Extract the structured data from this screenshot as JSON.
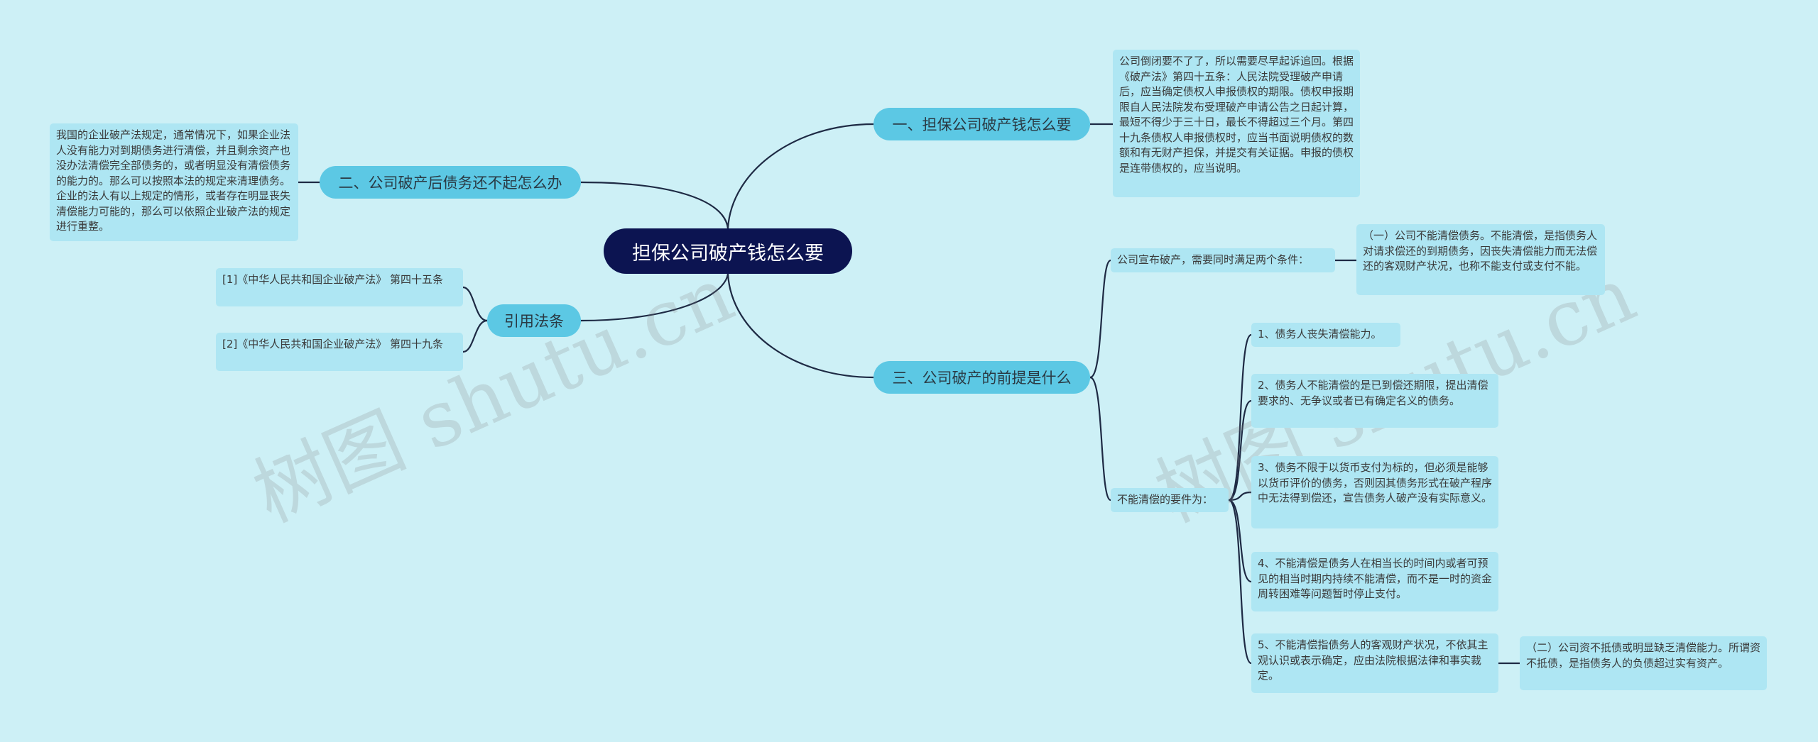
{
  "root": "担保公司破产钱怎么要",
  "branches": {
    "b1": "一、担保公司破产钱怎么要",
    "b2": "二、公司破产后债务还不起怎么办",
    "b3": "引用法条",
    "b4": "三、公司破产的前提是什么"
  },
  "leaves": {
    "b1_text": "公司倒闭要不了了，所以需要尽早起诉追回。根据《破产法》第四十五条：人民法院受理破产申请后，应当确定债权人申报债权的期限。债权申报期限自人民法院发布受理破产申请公告之日起计算，最短不得少于三十日，最长不得超过三个月。第四十九条债权人申报债权时，应当书面说明债权的数额和有无财产担保，并提交有关证据。申报的债权是连带债权的，应当说明。",
    "b2_text": "我国的企业破产法规定，通常情况下，如果企业法人没有能力对到期债务进行清偿，并且剩余资产也没办法清偿完全部债务的，或者明显没有清偿债务的能力的。那么可以按照本法的规定来清理债务。企业的法人有以上规定的情形，或者存在明显丧失清偿能力可能的，那么可以依照企业破产法的规定进行重整。",
    "law1": "[1]《中华人民共和国企业破产法》 第四十五条",
    "law2": "[2]《中华人民共和国企业破产法》 第四十九条",
    "cond_label": "公司宣布破产，需要同时满足两个条件：",
    "cond1": "（一）公司不能清偿债务。不能清偿，是指债务人对请求偿还的到期债务，因丧失清偿能力而无法偿还的客观财产状况，也称不能支付或支付不能。",
    "req_label": "不能清偿的要件为：",
    "req1": "1、债务人丧失清偿能力。",
    "req2": "2、债务人不能清偿的是已到偿还期限，提出清偿要求的、无争议或者已有确定名义的债务。",
    "req3": "3、债务不限于以货币支付为标的，但必须是能够以货币评价的债务，否则因其债务形式在破产程序中无法得到偿还，宣告债务人破产没有实际意义。",
    "req4": "4、不能清偿是债务人在相当长的时间内或者可预见的相当时期内持续不能清偿，而不是一时的资金周转困难等问题暂时停止支付。",
    "req5": "5、不能清偿指债务人的客观财产状况，不依其主观认识或表示确定，应由法院根据法律和事实裁定。",
    "cond2": "（二）公司资不抵债或明显缺乏清偿能力。所谓资不抵债，是指债务人的负债超过实有资产。"
  },
  "watermarks": [
    "树图 shutu.cn",
    "树图 shutu.cn"
  ],
  "colors": {
    "background": "#cdf0f6",
    "root": "#0c1451",
    "branch": "#5cc8e4",
    "leaf": "#aee6f3",
    "line": "#1e2a44"
  }
}
